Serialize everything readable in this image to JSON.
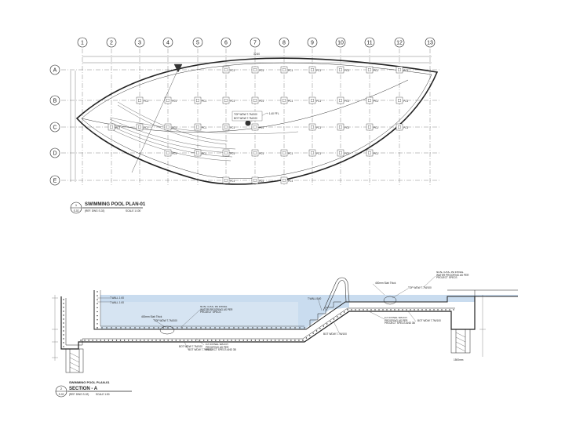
{
  "grid": {
    "columns": [
      "1",
      "2",
      "3",
      "4",
      "5",
      "6",
      "7",
      "8",
      "9",
      "10",
      "11",
      "12",
      "13"
    ],
    "rows": [
      "A",
      "B",
      "C",
      "D",
      "E"
    ],
    "overall_dim": "32.60"
  },
  "plan": {
    "pile_tag": "PC1",
    "center_note_1": "TOP WDW 7.7M/100",
    "center_note_2": "BOT WDW 7.7M/100",
    "level_note": "+ 1.40 FFL",
    "title_number": "1",
    "title_sheet": "S-02",
    "title": "SWIMMING POOL PLAN-01",
    "title_ref": "(REF. DWG S-02)",
    "scale": "SCALE 1:100"
  },
  "section": {
    "title_number": "2",
    "title_sheet": "S-02",
    "pre_title": "SWIMMING POOL PLAN-01",
    "title": "SECTION - A",
    "title_ref": "(REF. DWG S-02)",
    "scale": "SCALE 1:50",
    "notes": {
      "water_level_1": "T.WALL 1:00",
      "water_level_2": "T.WALL 1:00",
      "slab": "400mm Slab Thick",
      "top_wdw": "TOP WDW 7.7M/100",
      "waterproofing_1": "NON-TOXIC INTERNAL WATER PROOFING AS PER PROJECT SPECS",
      "external_1": "EXTERNAL WATER PROOFING AS PER PROJECT SPECS AND 3B",
      "bot_wdw_1": "BOT WDW 7.7M/100",
      "bot_wdw_2": "BOT WDW 7.7M/100",
      "step": "T.WALL/100",
      "external_2": "EXTERNAL WATER PROOFING AS PER PROJECT SPECS AND 3B",
      "slab_2": "400mm Slab Thick",
      "top_wdw_2": "TOP WDW 7.7M/100",
      "waterproofing_2": "NON-TOXIC INTERNAL WATER PROOFING AS PER PROJECT SPECS",
      "dim_right": "1500mm"
    }
  }
}
